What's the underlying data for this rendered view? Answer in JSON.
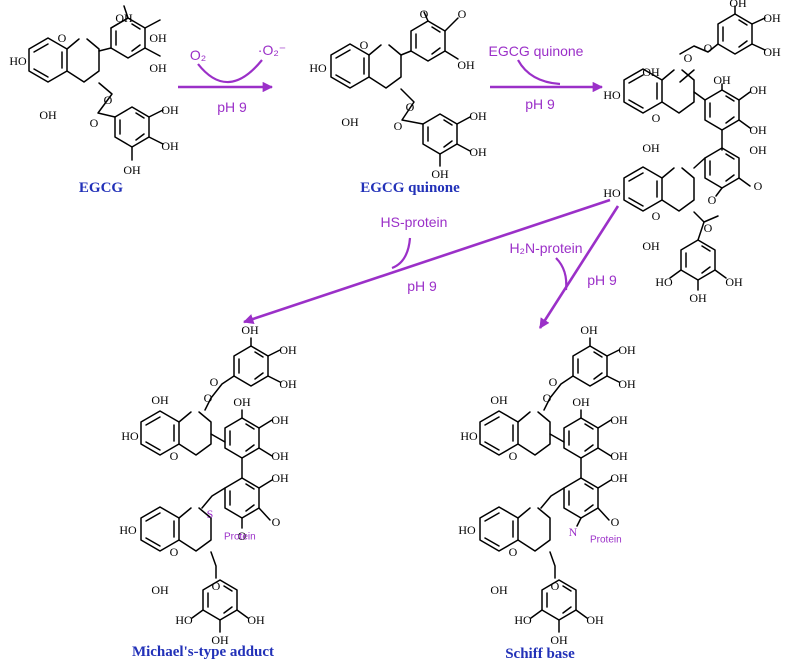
{
  "colors": {
    "reagent": "#9b30c8",
    "compound_label": "#2231b8",
    "structure": "#000000"
  },
  "compounds": {
    "egcg": "EGCG",
    "quinone": "EGCG quinone",
    "michael": "Michael's-type adduct",
    "schiff": "Schiff base"
  },
  "reagents": {
    "r1_in": "O₂",
    "r1_out": "·O₂⁻",
    "r1_ph": "pH 9",
    "r2_in": "EGCG quinone",
    "r2_ph": "pH 9",
    "r3_in": "HS-protein",
    "r3_ph": "pH 9",
    "r4_in": "H₂N-protein",
    "r4_ph": "pH 9"
  },
  "atoms": {
    "oh": "OH",
    "ho": "HO",
    "o": "O",
    "s": "S",
    "n": "N",
    "protein": "Protein"
  }
}
